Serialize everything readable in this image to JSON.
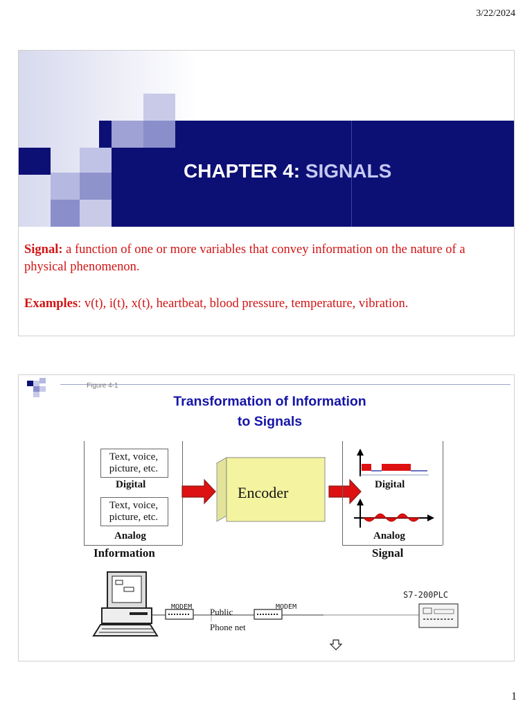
{
  "header": {
    "date": "3/22/2024"
  },
  "footer": {
    "page_number": "1"
  },
  "slide1": {
    "title_prefix": "CHAPTER 4: ",
    "title_highlight": "SIGNALS",
    "definition_term": "Signal:",
    "definition_text": " a function of one or more variables that convey information on the nature of a physical  phenomenon.",
    "examples_term": "Examples",
    "examples_text": ": v(t), i(t), x(t), heartbeat, blood pressure, temperature, vibration."
  },
  "slide2": {
    "figure_label": "Figure 4-1",
    "title_line1": "Transformation of Information",
    "title_line2": "to Signals",
    "digital_box_text": "Text, voice, picture, etc.",
    "analog_box_text": "Text, voice, picture, etc.",
    "digital_label": "Digital",
    "analog_label": "Analog",
    "information_label": "Information",
    "encoder_label": "Encoder",
    "signal_digital_label": "Digital",
    "signal_analog_label": "Analog",
    "signal_label": "Signal",
    "modem_left": "MODEM",
    "modem_right": "MODEM",
    "public_label": "Public",
    "phone_net_label": "Phone net",
    "plc_label": "S7-200PLC"
  },
  "colors": {
    "band": "#0c0f74",
    "title_highlight": "#c5c8f2",
    "body_red": "#d11414",
    "slide2_title": "#1515a8",
    "encoder_fill": "#f4f4a0",
    "arrow_red": "#dd1111"
  }
}
